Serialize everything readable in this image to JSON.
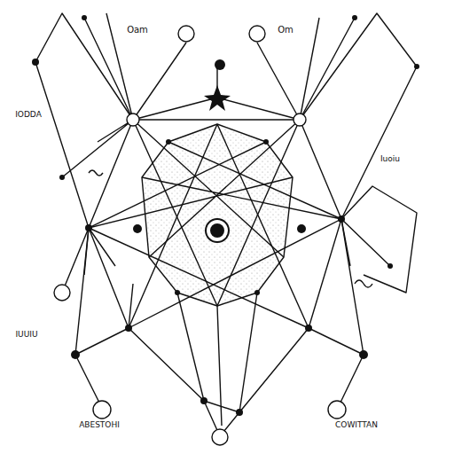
{
  "diagram": {
    "labels": [
      "Oam",
      "Om",
      "IODDA",
      "Iuoiu",
      "IUUIU",
      "ABESTOHI",
      "COWITTAN"
    ]
  }
}
